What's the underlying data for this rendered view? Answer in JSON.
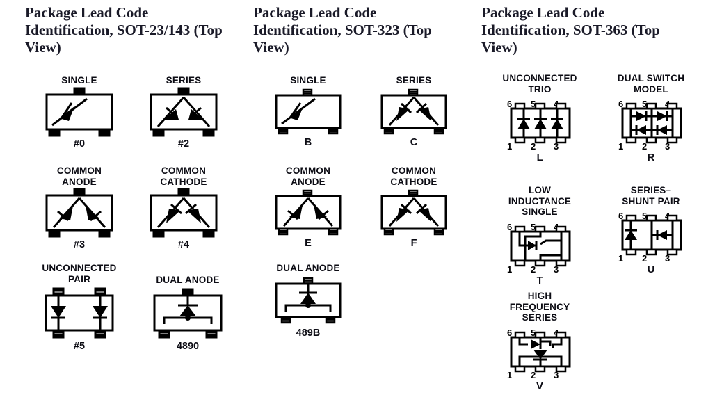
{
  "columns": [
    {
      "title": "Package Lead Code Identification, SOT-23/143 (Top View)"
    },
    {
      "title": "Package Lead Code Identification, SOT-323 (Top View)"
    },
    {
      "title": "Package Lead Code Identification, SOT-363 (Top View)"
    }
  ],
  "sot23": [
    {
      "caption": "SINGLE",
      "code": "#0",
      "symbol": "single-diode-diagonal",
      "pins": 3
    },
    {
      "caption": "SERIES",
      "code": "#2",
      "symbol": "series-pair",
      "pins": 3
    },
    {
      "caption": "COMMON\nANODE",
      "code": "#3",
      "symbol": "common-anode",
      "pins": 3
    },
    {
      "caption": "COMMON\nCATHODE",
      "code": "#4",
      "symbol": "common-cathode",
      "pins": 3
    },
    {
      "caption": "UNCONNECTED\nPAIR",
      "code": "#5",
      "symbol": "unconnected-pair",
      "pins": 4
    },
    {
      "caption": "DUAL ANODE",
      "code": "4890",
      "symbol": "dual-anode",
      "pins": 3
    }
  ],
  "sot323": [
    {
      "caption": "SINGLE",
      "code": "B",
      "symbol": "single-diode-diagonal",
      "pins": 3
    },
    {
      "caption": "SERIES",
      "code": "C",
      "symbol": "series-pair",
      "pins": 3
    },
    {
      "caption": "COMMON\nANODE",
      "code": "E",
      "symbol": "common-anode",
      "pins": 3
    },
    {
      "caption": "COMMON\nCATHODE",
      "code": "F",
      "symbol": "common-cathode",
      "pins": 3
    },
    {
      "caption": "DUAL ANODE",
      "code": "489B",
      "symbol": "dual-anode",
      "pins": 3
    }
  ],
  "sot363": [
    {
      "caption": "UNCONNECTED\nTRIO",
      "code": "L",
      "symbol": "unconnected-trio",
      "pins": 6
    },
    {
      "caption": "DUAL SWITCH\nMODEL",
      "code": "R",
      "symbol": "dual-switch-model",
      "pins": 6
    },
    {
      "caption": "LOW\nINDUCTANCE\nSINGLE",
      "code": "T",
      "symbol": "low-inductance-single",
      "pins": 6
    },
    {
      "caption": "SERIES–\nSHUNT PAIR",
      "code": "U",
      "symbol": "series-shunt-pair",
      "pins": 6
    },
    {
      "caption": "HIGH\nFREQUENCY\nSERIES",
      "code": "V",
      "symbol": "high-frequency-series",
      "pins": 6
    }
  ],
  "pin_numbers": {
    "top": [
      "6",
      "5",
      "4"
    ],
    "bottom": [
      "1",
      "2",
      "3"
    ]
  },
  "colors": {
    "ink": "#000000",
    "title": "#1a1a28",
    "background": "#ffffff"
  }
}
